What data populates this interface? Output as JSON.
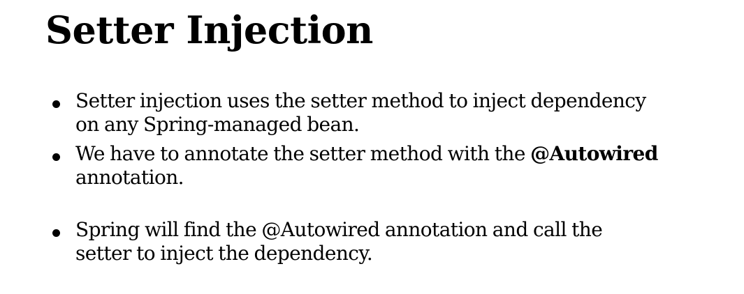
{
  "slide": {
    "title": "Setter Injection",
    "bullets": [
      {
        "line1": "Setter injection uses the setter method to inject dependency",
        "line2": "on any Spring-managed bean."
      },
      {
        "line1_prefix": "We have to annotate the setter method with the ",
        "line1_bold": "@Autowired",
        "line2": "annotation."
      },
      {
        "line1": "Spring will find the @Autowired annotation and call the",
        "line2": "setter to inject the dependency."
      }
    ]
  }
}
